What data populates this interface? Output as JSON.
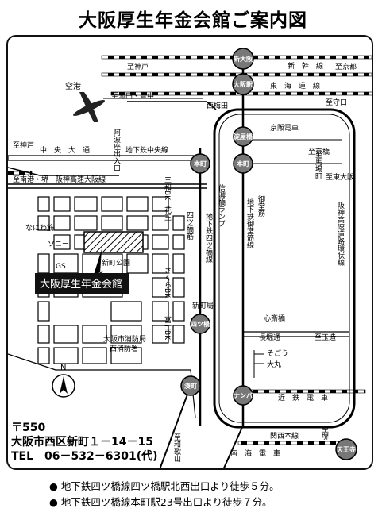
{
  "title": "大阪厚生年金会館ご案内図",
  "map": {
    "stations": {
      "shin_osaka": "新大阪",
      "osaka": "大阪駅",
      "yodoyabashi": "淀屋橋",
      "honmachi_left": "本町",
      "honmachi_right": "本町",
      "yotsubashi": "四ツ橋",
      "namba_left": "湊町",
      "namba": "ナンバ",
      "tennoji": "天王寺"
    },
    "labels": {
      "to_kobe": "至神戸",
      "to_kyoto": "至京都",
      "shinkansen": "新　幹　線",
      "tokaido": "東　海　道　線",
      "umeda": "西梅田",
      "airport": "空港",
      "to_ikeda": "至池田・豊中",
      "to_moriguchi": "至守口",
      "keihan": "京阪電車",
      "to_kobe2": "至神戸",
      "chuo_odori": "中　央　大　通",
      "chika_chuo": "地下鉄中央線",
      "ajikawa": "阿波座出入口",
      "to_kyobashi": "至京橋",
      "to_minami": "至南港・堺",
      "hanshin_expressway": "阪神高速大阪線",
      "wa": "三和BK",
      "hanao": "花王",
      "yotsubashi_suji": "四ツ橋筋",
      "chika_yotsubashi": "地下鉄四ツ橋線",
      "shinanbashi": "信濃橋ランプ",
      "midosuji": "御堂筋",
      "chika_midosuji": "地下鉄御堂筋線",
      "to_higashi": "至東大阪",
      "to_tennoji": "至馬場町",
      "hanshin_loop": "阪神高速道路環状線",
      "naniwa": "なにわ筋",
      "sony": "ソニー",
      "gs": "GS",
      "shinmachi_park": "新町公園",
      "sakura": "さくらBK",
      "kaikan_label": "大阪厚生年金会館",
      "shinmachi_kyoku": "新町局",
      "fuji": "富士BK",
      "fire_dept": "大阪市消防局",
      "nishi_fire": "西消防署",
      "shinsaibashi": "心斎橋",
      "nagahori": "長堀通",
      "to_tamatsukuri": "至玉造",
      "sogo": "そごう",
      "daimaru": "大丸",
      "north": "N",
      "kintetsu": "近　鉄　電　車",
      "kansai_line": "関西本線",
      "nankai": "南　海　電　車",
      "to_wakayama": "至堺",
      "to_sakai": "至和歌山"
    }
  },
  "address": {
    "postal": "〒550",
    "street": "大阪市西区新町１－14－15",
    "tel": "TEL　06－532－6301(代)"
  },
  "notes": [
    "地下鉄四ツ橋線四ツ橋駅北西出口より徒歩５分。",
    "地下鉄四ツ橋線本町駅23号出口より徒歩７分。"
  ]
}
